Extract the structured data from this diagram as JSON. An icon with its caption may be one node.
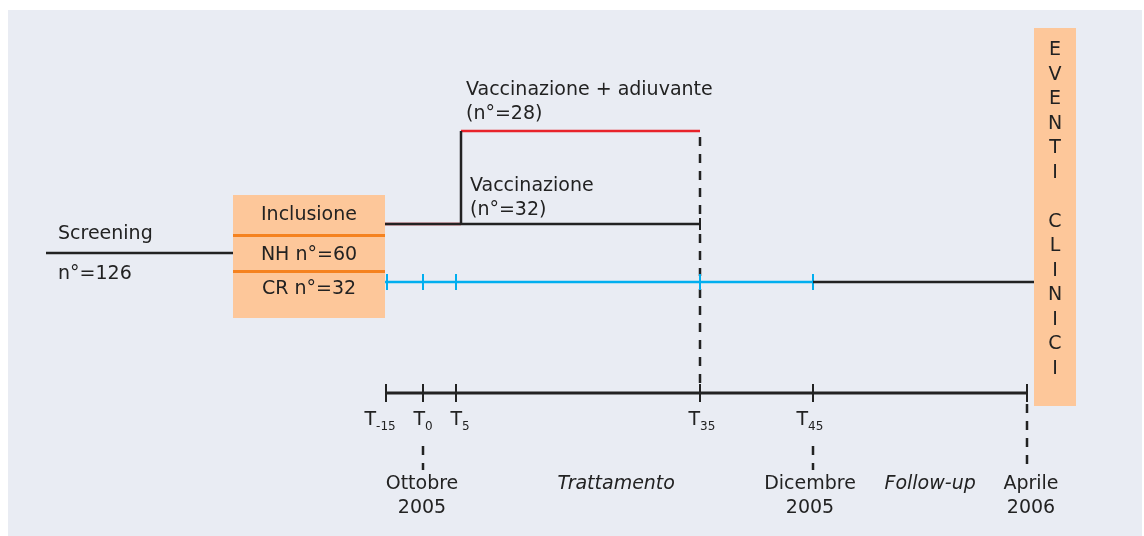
{
  "diagram": {
    "nodes": [
      {
        "text": [
          "Screening",
          "n°=126"
        ]
      },
      {
        "text": [
          "Inclusione",
          "NH n°=60",
          "CR n°=32"
        ]
      },
      {
        "text": [
          "EVENTI CLINICI"
        ]
      }
    ],
    "edges": [
      {
        "from": 0,
        "to": 1,
        "arrow": "none"
      },
      {
        "from": 1,
        "to": null,
        "arrow": "none",
        "label": "Vaccinazione + adiuvante (n°=28)",
        "color": "#e8232a"
      },
      {
        "from": 1,
        "to": null,
        "arrow": "none",
        "label": "Vaccinazione (n°=32)"
      },
      {
        "from": 1,
        "to": 2,
        "arrow": "none",
        "color": "#00aeef"
      }
    ],
    "labels": [
      "T$_{-15}$",
      "T$_{0}$",
      "T$_{5}$",
      "T$_{35}$",
      "T$_{45}$",
      "Ottobre 2005",
      "Trattamento",
      "Dicembre 2005",
      "Follow-up",
      "Aprile 2006"
    ]
  }
}
